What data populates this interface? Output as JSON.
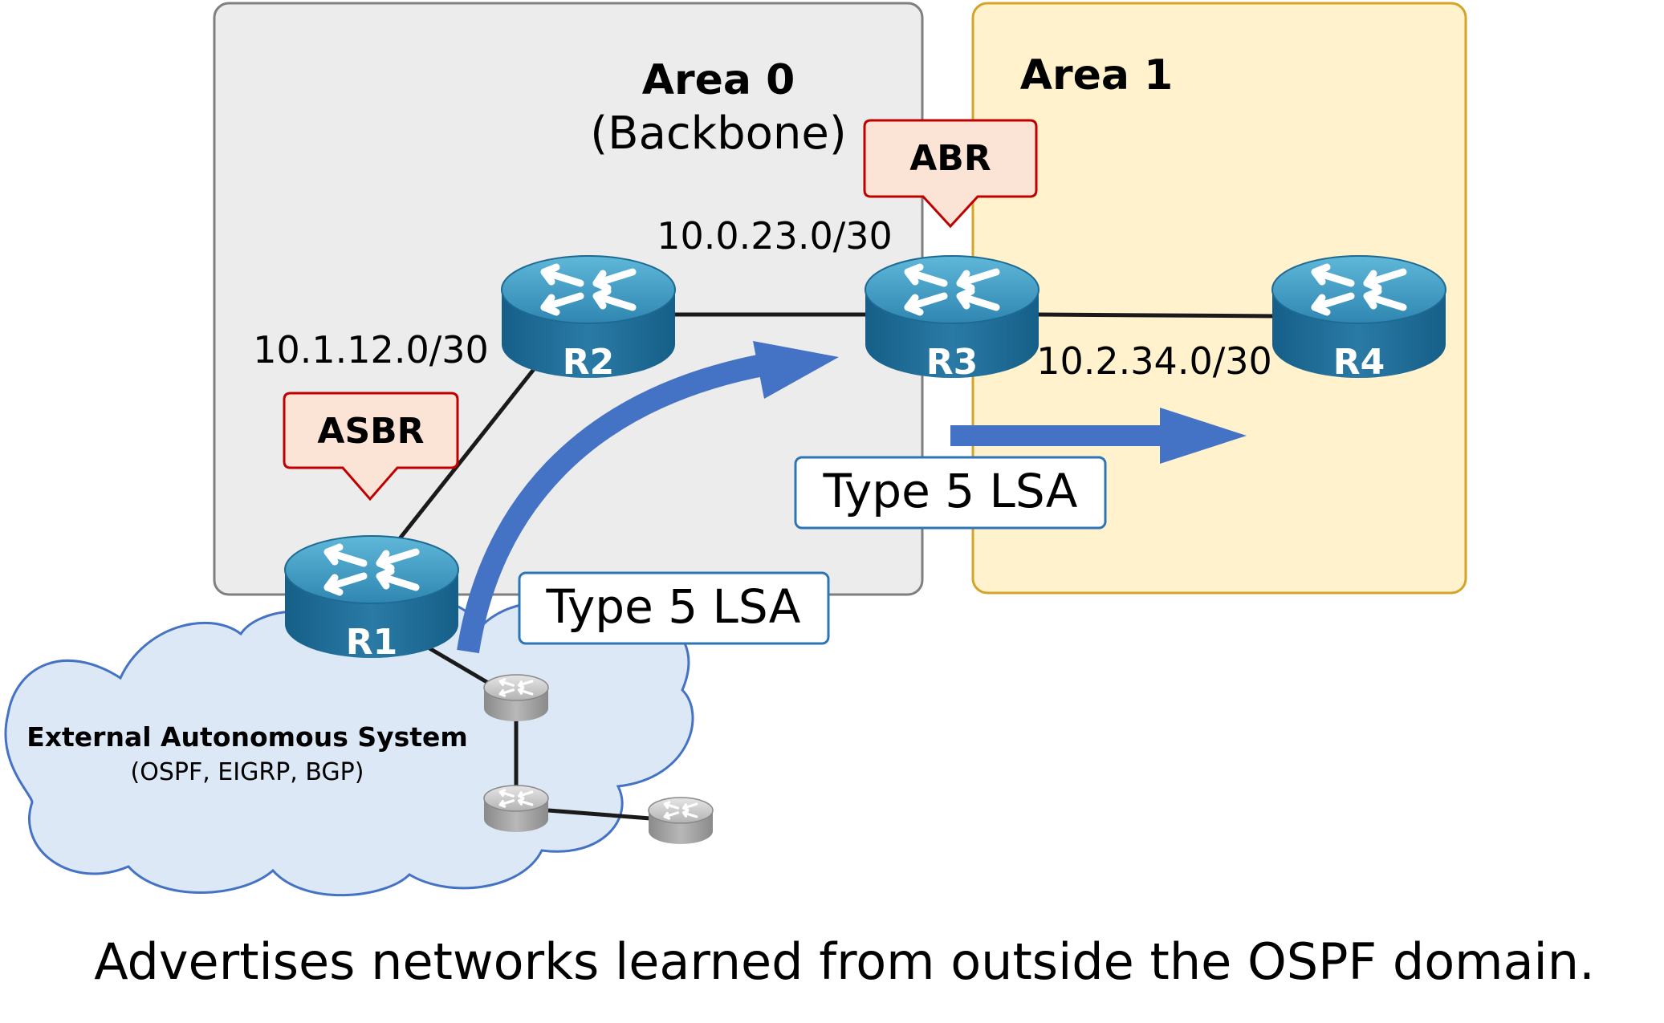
{
  "areas": {
    "area0": {
      "title": "Area 0",
      "subtitle": "(Backbone)"
    },
    "area1": {
      "title": "Area 1"
    }
  },
  "routers": {
    "r1": "R1",
    "r2": "R2",
    "r3": "R3",
    "r4": "R4"
  },
  "roles": {
    "asbr": "ASBR",
    "abr": "ABR"
  },
  "links": {
    "r1_r2": "10.1.12.0/30",
    "r2_r3": "10.0.23.0/30",
    "r3_r4": "10.2.34.0/30"
  },
  "lsa": {
    "flow1": "Type 5 LSA",
    "flow2": "Type 5 LSA"
  },
  "external": {
    "title": "External Autonomous System",
    "protocols": "(OSPF, EIGRP, BGP)"
  },
  "caption": "Advertises networks learned from outside the OSPF domain.",
  "colors": {
    "area0_fill": "#ececec",
    "area0_border": "#7f7f7f",
    "area1_fill": "#fff2cc",
    "area1_border": "#d4a428",
    "callout_fill": "#fbe3d6",
    "callout_border": "#c00000",
    "arrow": "#4472c4",
    "cloud_fill": "#dce8f5",
    "router_blue": "#2e7ca8"
  },
  "icons": [
    "router-icon",
    "cloud-icon",
    "arrow-icon",
    "callout-icon"
  ]
}
